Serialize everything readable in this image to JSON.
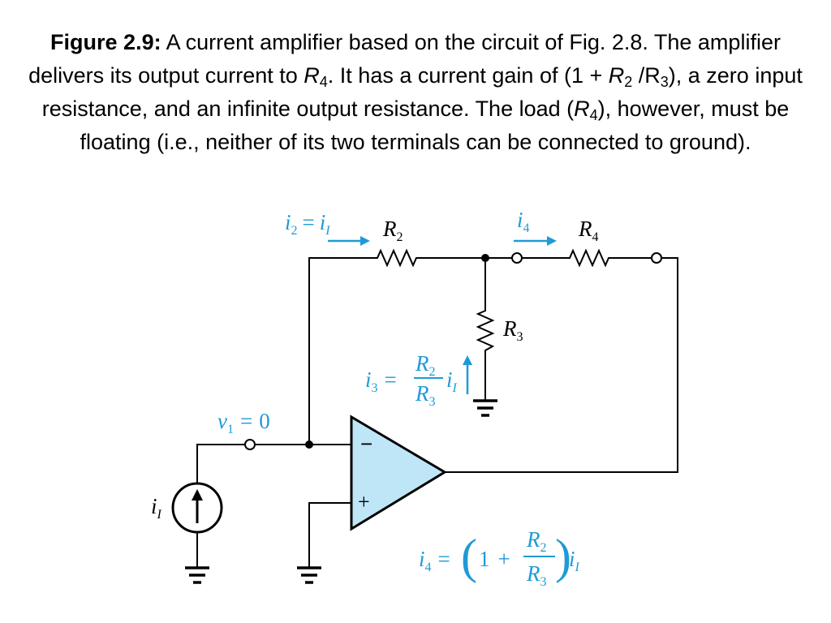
{
  "caption": {
    "fig_label": "Figure 2.9:",
    "seg1": " A current amplifier based on the circuit of Fig. 2.8. The amplifier delivers its output current to ",
    "r4_a": "R",
    "r4_a_sub": "4",
    "seg2": ". It has a current gain of (1 + ",
    "r2": "R",
    "r2_sub": "2",
    "seg3": " /R",
    "r3_sub": "3",
    "seg4": "), a zero input resistance, and an infinite output resistance. The load (",
    "r4_b": "R",
    "r4_b_sub": "4",
    "seg5": "), however, must be floating (i.e., neither of its two terminals can be connected to ground)."
  },
  "diagram": {
    "colors": {
      "accent": "#1f9ad6",
      "opamp_fill": "#bfe6f7",
      "line": "#000000"
    },
    "labels": {
      "R": "R",
      "two": "2",
      "three": "3",
      "four": "4",
      "I": "I",
      "one": "1",
      "i": "i",
      "v": "v",
      "eq": "=",
      "zero": "0",
      "plus": "+",
      "minus": "−",
      "lparen": "(",
      "rparen": ")"
    }
  }
}
